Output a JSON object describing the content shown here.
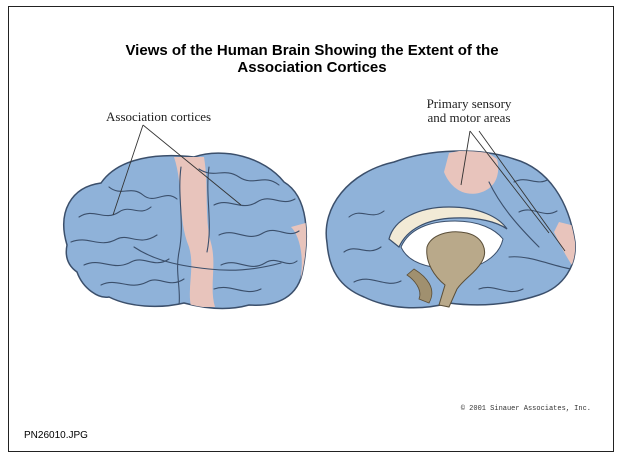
{
  "slide": {
    "title_line1": "Views of the Human Brain Showing the Extent of the",
    "title_line2": "Association Cortices",
    "label_association": "Association cortices",
    "label_primary_line1": "Primary sensory",
    "label_primary_line2": "and motor areas",
    "copyright": "© 2001 Sinauer Associates, Inc.",
    "filename": "PN26010.JPG"
  },
  "colors": {
    "association_blue": "#8fb2d9",
    "primary_pink": "#e8c4bc",
    "outline": "#3b4f6b",
    "deep_structure": "#b9a98a"
  }
}
